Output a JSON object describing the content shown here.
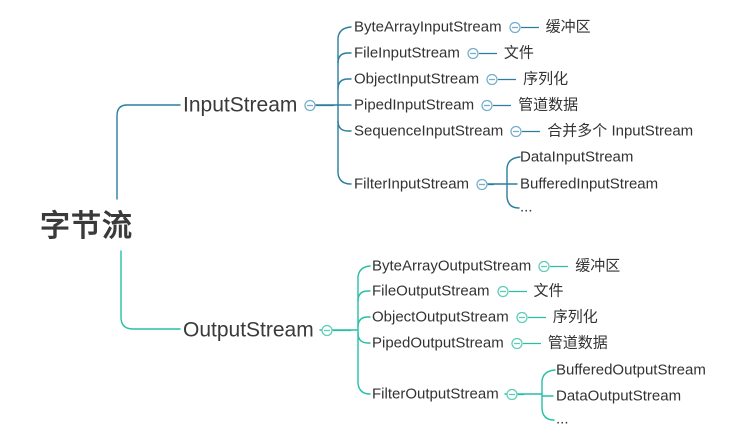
{
  "colors": {
    "input_line": "#2b7e9d",
    "input_icon": "#77afcb",
    "output_line": "#27bfa5",
    "output_icon": "#60cdb9",
    "text": "#333333"
  },
  "root": {
    "label": "字节流"
  },
  "branches": [
    {
      "label": "InputStream",
      "children": [
        {
          "label": "ByteArrayInputStream",
          "note": "缓冲区"
        },
        {
          "label": "FileInputStream",
          "note": "文件"
        },
        {
          "label": "ObjectInputStream",
          "note": "序列化"
        },
        {
          "label": "PipedInputStream",
          "note": "管道数据"
        },
        {
          "label": "SequenceInputStream",
          "note": "合并多个 InputStream"
        },
        {
          "label": "FilterInputStream",
          "children": [
            {
              "label": "DataInputStream"
            },
            {
              "label": "BufferedInputStream"
            },
            {
              "label": "..."
            }
          ]
        }
      ]
    },
    {
      "label": "OutputStream",
      "children": [
        {
          "label": "ByteArrayOutputStream",
          "note": "缓冲区"
        },
        {
          "label": "FileOutputStream",
          "note": "文件"
        },
        {
          "label": "ObjectOutputStream",
          "note": "序列化"
        },
        {
          "label": "PipedOutputStream",
          "note": "管道数据"
        },
        {
          "label": "FilterOutputStream",
          "children": [
            {
              "label": "BufferedOutputStream"
            },
            {
              "label": "DataOutputStream"
            },
            {
              "label": "..."
            }
          ]
        }
      ]
    }
  ]
}
